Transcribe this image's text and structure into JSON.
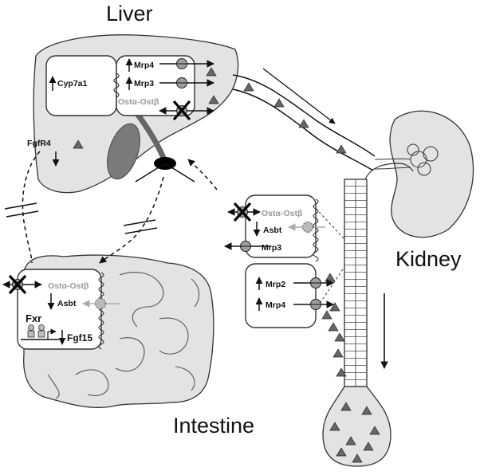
{
  "organs": {
    "liver": "Liver",
    "kidney": "Kidney",
    "intestine": "Intestine"
  },
  "liver": {
    "cyp7a1": "Cyp7a1",
    "mrp4": "Mrp4",
    "mrp3": "Mrp3",
    "ost": "Ostα-Ostβ",
    "fgfr4": "FgfR4"
  },
  "kidney": {
    "ost": "Ostα-Ostβ",
    "asbt": "Asbt",
    "mrp3": "Mrp3",
    "mrp2": "Mrp2",
    "mrp4": "Mrp4"
  },
  "intestine": {
    "ost": "Ostα-Ostβ",
    "asbt": "Asbt",
    "fxr": "Fxr",
    "fgf15": "Fgf15"
  },
  "colors": {
    "organ_fill": "#e3e3e3",
    "gallbladder": "#7a7a7a",
    "transporter": "#9e9e9e",
    "gray_text": "#9a9a9a"
  }
}
